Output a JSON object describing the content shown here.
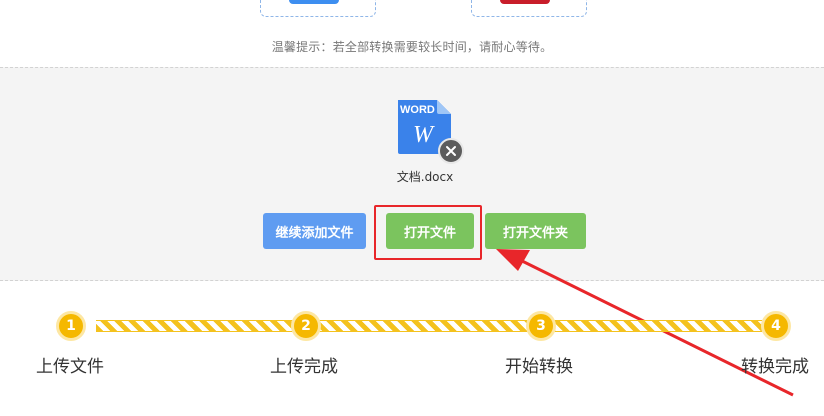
{
  "tip": "温馨提示：若全部转换需要较长时间，请耐心等待。",
  "file": {
    "badge": "WORD",
    "letter": "W",
    "name": "文档.docx",
    "icon": "word-document-icon",
    "remove_icon": "close-icon"
  },
  "buttons": {
    "add": "继续添加文件",
    "open": "打开文件",
    "open_folder": "打开文件夹"
  },
  "steps": [
    {
      "number": "1",
      "label": "上传文件"
    },
    {
      "number": "2",
      "label": "上传完成"
    },
    {
      "number": "3",
      "label": "开始转换"
    },
    {
      "number": "4",
      "label": "转换完成"
    }
  ],
  "colors": {
    "accent_blue": "#5f9cf1",
    "accent_green": "#7bc45e",
    "highlight_red": "#e8262a",
    "step_yellow": "#f5b800"
  }
}
